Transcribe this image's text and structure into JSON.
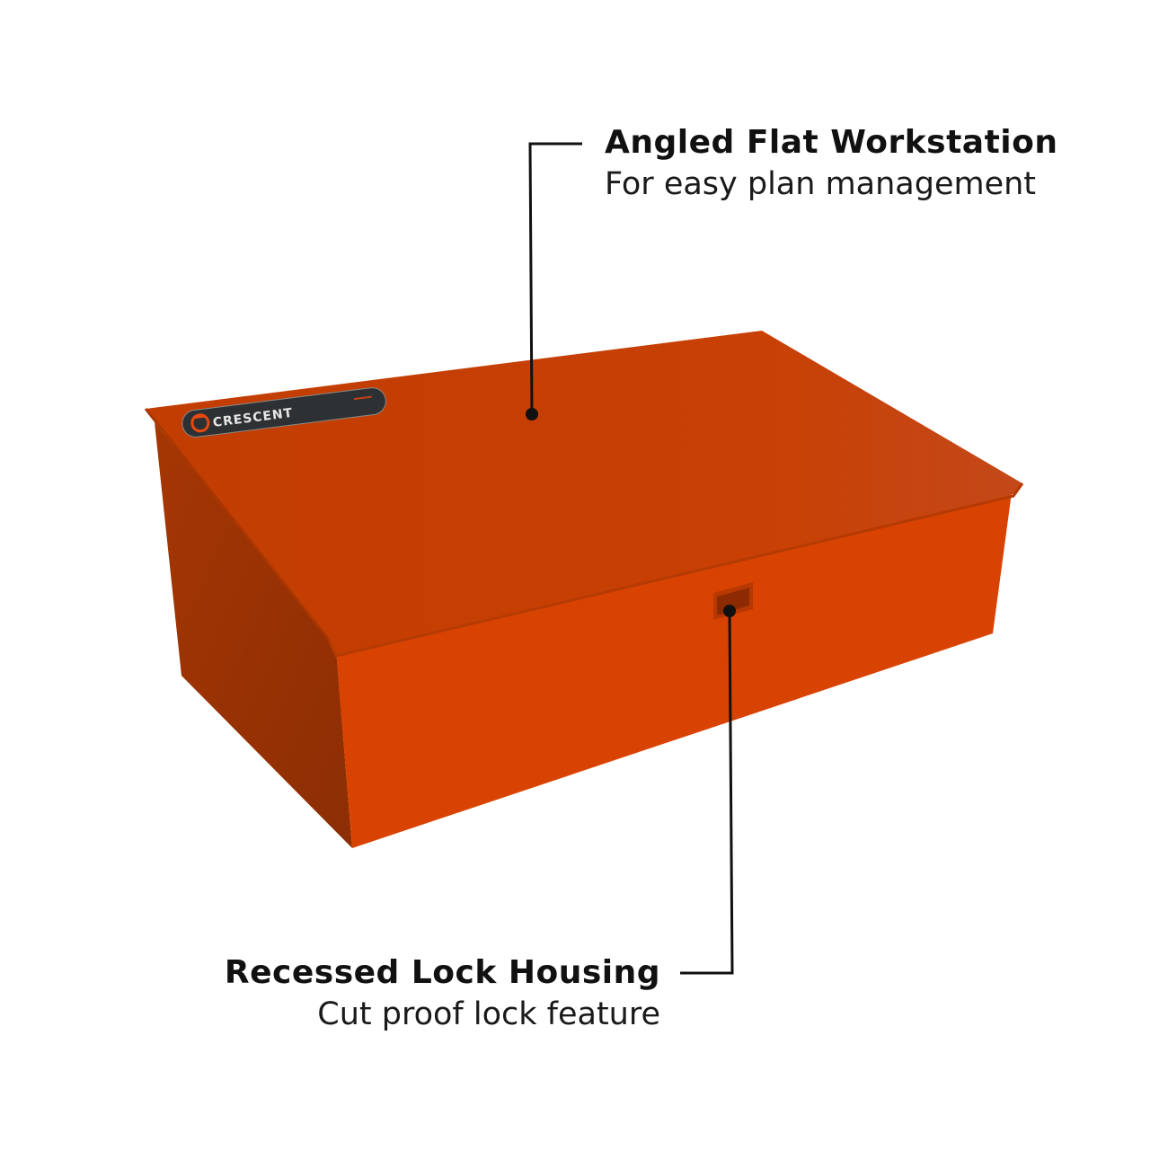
{
  "product": {
    "brand_badge": "CRESCENT",
    "colors": {
      "lid": "#c63f02",
      "front": "#d84302",
      "side": "#9a3203",
      "badge": "#2e3133",
      "logo": "#e8490f"
    }
  },
  "callouts": [
    {
      "title": "Angled Flat Workstation",
      "subtitle": "For easy plan management"
    },
    {
      "title": "Recessed Lock Housing",
      "subtitle": "Cut proof lock feature"
    }
  ]
}
